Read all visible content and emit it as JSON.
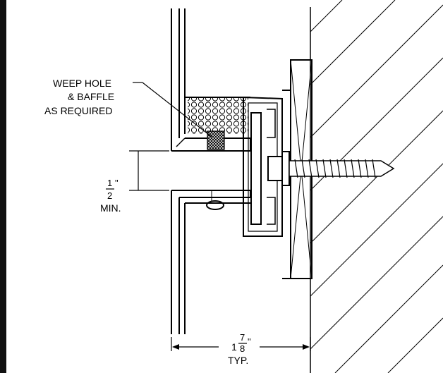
{
  "annotations": {
    "weep_line1": "WEEP HOLE",
    "weep_line2": "& BAFFLE",
    "weep_line3": "AS REQUIRED",
    "gap_num": "1",
    "gap_den": "2",
    "gap_inch": "\"",
    "gap_min": "MIN.",
    "width_whole": "1",
    "width_num": "7",
    "width_den": "8",
    "width_inch": "\"",
    "width_typ": "TYP."
  }
}
